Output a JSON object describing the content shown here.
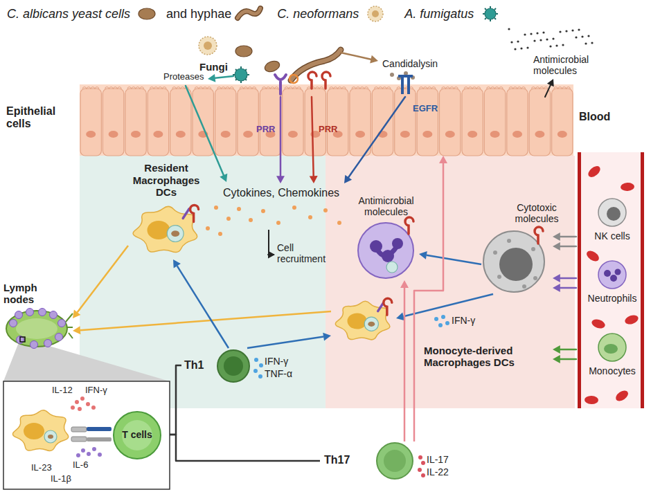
{
  "diagram": {
    "nodes": [
      {
        "text": [
          "Epithelial cells"
        ]
      },
      {
        "text": [
          "Resident Macrophages DCs"
        ]
      },
      {
        "text": [
          "Antimicrobial molecules"
        ]
      },
      {
        "text": [
          "Cytotoxic molecules"
        ]
      },
      {
        "text": [
          "Monocyte-derived Macrophages DCs"
        ]
      },
      {
        "text": [
          "Blood"
        ]
      },
      {
        "text": [
          "NK cells"
        ],
        "in": 5
      },
      {
        "text": [
          "Neutrophils"
        ],
        "in": 5
      },
      {
        "text": [
          "Monocytes"
        ],
        "in": 5
      },
      {
        "text": [
          "Lymph nodes"
        ]
      },
      {
        "text": [
          "IL-12",
          "IFN-γ",
          "IL-23",
          "IL-6",
          "IL-1β"
        ]
      },
      {
        "text": [
          "T cells"
        ],
        "in": 10
      },
      {
        "text": [
          "Th1"
        ]
      },
      {
        "text": [
          "Th17"
        ]
      }
    ],
    "edges": [
      {
        "from": 1,
        "to": 9,
        "arrow": "to"
      },
      {
        "from": 4,
        "to": 9,
        "arrow": "to"
      },
      {
        "from": 10,
        "to": 12,
        "arrow": "none"
      },
      {
        "from": 10,
        "to": 13,
        "arrow": "none"
      },
      {
        "from": 12,
        "to": 1,
        "arrow": "to"
      },
      {
        "from": 12,
        "to": 4,
        "arrow": "to"
      },
      {
        "from": 3,
        "to": 2,
        "arrow": "to"
      },
      {
        "from": 3,
        "to": 4,
        "arrow": "to"
      },
      {
        "from": 13,
        "to": 2,
        "arrow": "to"
      },
      {
        "from": 13,
        "to": 0,
        "arrow": "to"
      }
    ],
    "labels": [
      "Fungi",
      "Proteases",
      "Candidalysin",
      "Antimicrobial molecules",
      "PRR",
      "PRR",
      "EGFR",
      "Cytokines, Chemokines",
      "Cell recruitment",
      "IFN-γ",
      "IFN-γ",
      "TNF-α",
      "IL-17",
      "IL-22"
    ],
    "legend": [
      {
        "text": "C. albicans yeast cells"
      },
      {
        "text": "and hyphae"
      },
      {
        "text": "C. neoformans"
      },
      {
        "text": "A. fumigatus"
      }
    ]
  }
}
